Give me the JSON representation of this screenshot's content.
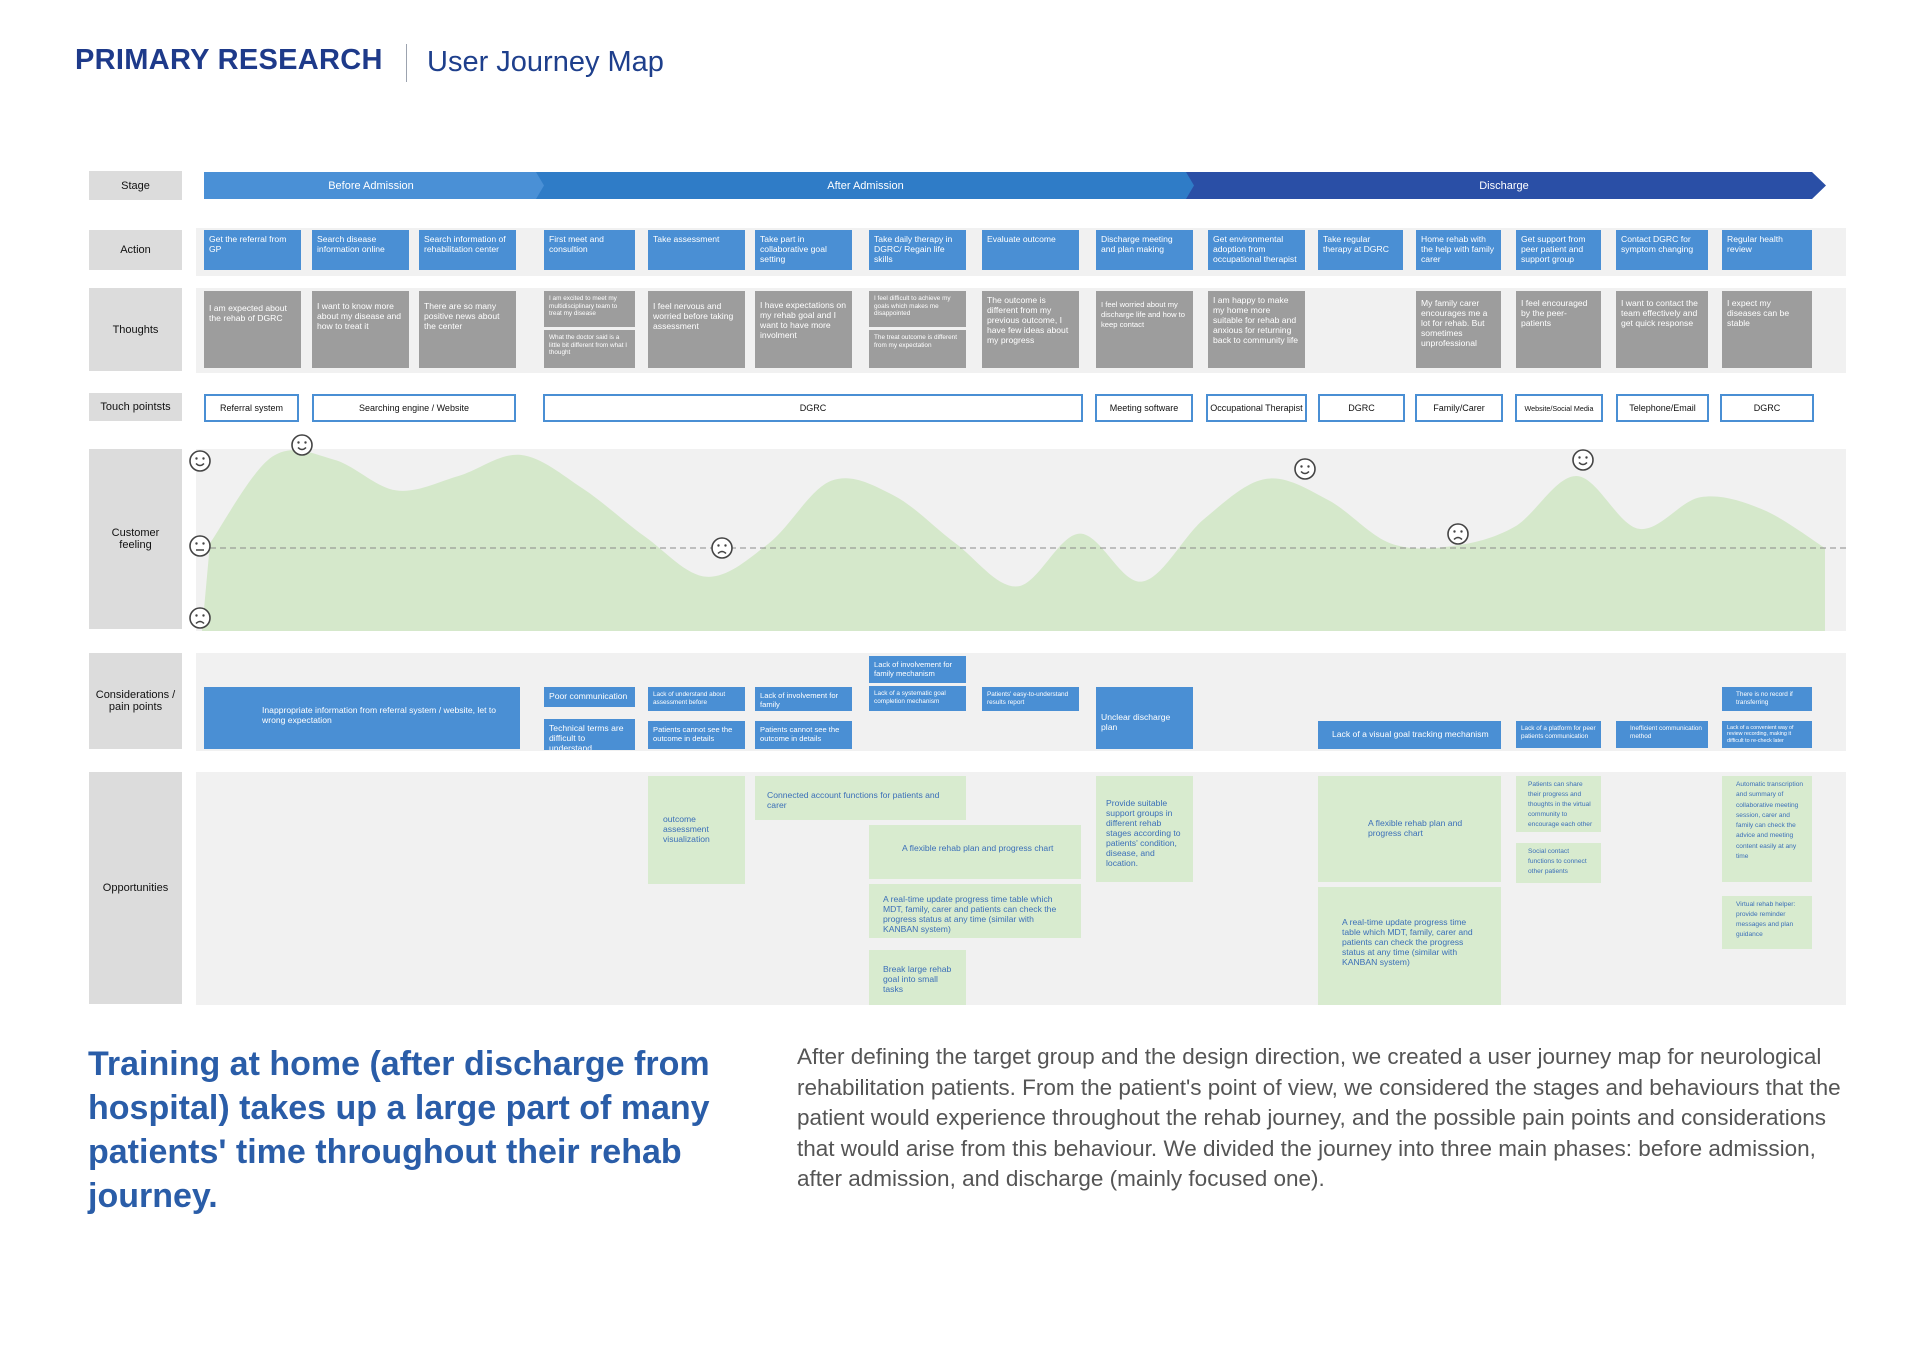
{
  "header": {
    "title": "PRIMARY RESEARCH",
    "subtitle": "User Journey Map"
  },
  "row_labels": {
    "stage": "Stage",
    "action": "Action",
    "thoughts": "Thoughts",
    "touchpoints": "Touch pointsts",
    "feeling": "Customer feeling",
    "considerations": "Considerations / pain points",
    "opportunities": "Opportunities"
  },
  "stages": [
    "Before Admission",
    "After Admission",
    "Discharge"
  ],
  "actions": [
    "Get the referral from GP",
    "Search disease information online",
    "Search information of rehabilitation center",
    "First meet and consultion",
    "Take assessment",
    "Take part in collaborative goal setting",
    "Take daily therapy in DGRC/ Regain life skills",
    "Evaluate outcome",
    "Discharge meeting and plan making",
    "Get environmental adoption from occupational therapist",
    "Take regular therapy at DGRC",
    "Home rehab with the help with family carer",
    "Get support from peer patient and support group",
    "Contact DGRC for symptom changing",
    "Regular health review"
  ],
  "thoughts": [
    "I am expected about the rehab of DGRC",
    "I want to know more about my disease and how to treat it",
    "There are so many positive news about the center",
    "I am excited to meet my multidisciplinary team to treat my disease",
    "What the doctor said is a little bit different from what I thought",
    "I feel nervous and worried before taking assessment",
    "I have expectations on my rehab goal and I want to have more involment",
    "I feel difficult to achieve my goals which makes me disappointed",
    "The treat outcome is different from my expectation",
    "The outcome is different from my previous outcome, I have few ideas about my progress",
    "I feel worried about my discharge life and how to keep contact",
    "I am happy to make my home more suitable for rehab and anxious for returning back to community life",
    "My family carer encourages me a lot for rehab. But sometimes unprofessional",
    "I feel encouraged by the peer-patients",
    "I want to contact the team effectively and get quick response",
    "I expect my diseases can be stable"
  ],
  "touchpoints": [
    "Referral system",
    "Searching engine / Website",
    "DGRC",
    "Meeting software",
    "Occupational Therapist",
    "DGRC",
    "Family/Carer",
    "Website/Social Media",
    "Telephone/Email",
    "DGRC"
  ],
  "feeling_curve": {
    "scale": [
      "positive",
      "neutral",
      "negative"
    ],
    "points": [
      0.05,
      0.95,
      0.92,
      0.6,
      0.75,
      0.97,
      0.62,
      0.12,
      -0.3,
      0.05,
      0.7,
      0.55,
      0.05,
      -0.4,
      0.15,
      -0.35,
      0.3,
      0.72,
      0.5,
      0.05,
      0.02,
      0.22,
      0.75,
      0.2,
      0.53,
      0.4,
      0.0
    ],
    "emojis": [
      {
        "mood": "happy"
      },
      {
        "mood": "neutral"
      },
      {
        "mood": "sad"
      },
      {
        "mood": "happy"
      },
      {
        "mood": "sad"
      },
      {
        "mood": "happy"
      },
      {
        "mood": "sad"
      },
      {
        "mood": "happy"
      }
    ]
  },
  "pain_points": [
    "Inappropriate information from referral system / website, let to wrong expectation",
    "Poor communication",
    "Technical terms are difficult to understand",
    "Lack of understand about assessment before",
    "Patients cannot see the outcome in details",
    "Lack of involvement for family",
    "Patients cannot see the outcome in details",
    "Lack of involvement for family mechanism",
    "Lack of a systematic goal completion mechanism",
    "Patients' easy-to-understand results report",
    "Unclear discharge plan",
    "Lack of a visual goal tracking mechanism",
    "Lack of a platform for peer patients communication",
    "Inefficient communication method",
    "There is no record if transferring",
    "Lack of a convenient way of review recording, making it difficult to re-check later"
  ],
  "opportunities": [
    "outcome assessment visualization",
    "Connected account functions for patients and carer",
    "A flexible rehab plan and progress chart",
    "A real-time update progress time table which MDT, family, carer and patients can check the progress status at any time (similar with KANBAN system)",
    "Break large rehab goal into small tasks",
    "Provide suitable support groups in different rehab stages according to patients' condition, disease, and location.",
    "A flexible rehab plan and progress chart",
    "A real-time update progress time table which MDT, family, carer and patients can check the progress status at any time (similar with KANBAN system)",
    "Patients can share their progress and thoughts in the virtual community to encourage each other",
    "Social contact functions to connect other patients",
    "Automatic transcription and summary of collaborative meeting session, carer and family can check the advice and meeting content easily at any time",
    "Virtual rehab helper: provide reminder messages and plan guidance"
  ],
  "summary": {
    "heading": "Training at home (after discharge from hospital) takes up a large part of many patients' time throughout their rehab journey.",
    "paragraph": "After defining the target group and the design direction, we created a user journey map for neurological rehabilitation patients. From the patient's point of view, we considered the stages and behaviours that the patient would experience throughout the rehab journey, and the possible pain points and considerations that would arise from this behaviour. We divided the journey into three main phases: before admission, after admission, and discharge (mainly focused one)."
  },
  "colors": {
    "navy": "#1e3a8a",
    "stage_1": "#4a90d6",
    "stage_2": "#2f7cc7",
    "stage_3": "#2a4fa6",
    "action_blue": "#4a8fd4",
    "thought_gray": "#9d9d9d",
    "opportunity_green": "#d8ebcf",
    "feeling_fill": "#d5e8cb"
  }
}
